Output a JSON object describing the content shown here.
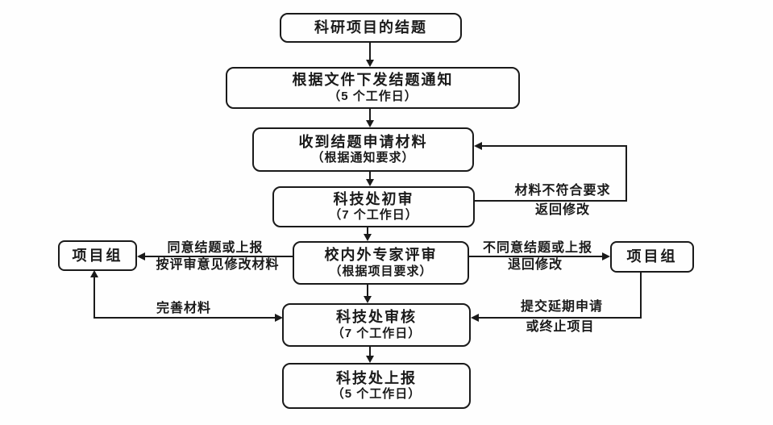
{
  "flowchart": {
    "nodes": {
      "start": {
        "label": "科研项目的结题"
      },
      "notice": {
        "label": "根据文件下发结题通知",
        "sub": "（5 个工作日）"
      },
      "receive": {
        "label": "收到结题申请材料",
        "sub": "（根据通知要求）"
      },
      "initial_review": {
        "label": "科技处初审",
        "sub": "（7 个工作日）"
      },
      "expert_review": {
        "label": "校内外专家评审",
        "sub": "（根据项目要求）"
      },
      "office_review": {
        "label": "科技处审核",
        "sub": "（7 个工作日）"
      },
      "office_report": {
        "label": "科技处上报",
        "sub": "（5 个工作日）"
      },
      "project_team_left": {
        "label": "项目组"
      },
      "project_team_right": {
        "label": "项目组"
      }
    },
    "edge_labels": {
      "material_reject": {
        "line1": "材料不符合要求",
        "line2": "返回修改"
      },
      "agree": {
        "line1": "同意结题或上报",
        "line2": "按评审意见修改材料"
      },
      "disagree": {
        "line1": "不同意结题或上报",
        "line2": "退回修改"
      },
      "improve": {
        "line1": "完善材料"
      },
      "delay": {
        "line1": "提交延期申请",
        "line2": "或终止项目"
      }
    },
    "colors": {
      "stroke": "#1a1a1a",
      "background": "#fefefe"
    }
  }
}
